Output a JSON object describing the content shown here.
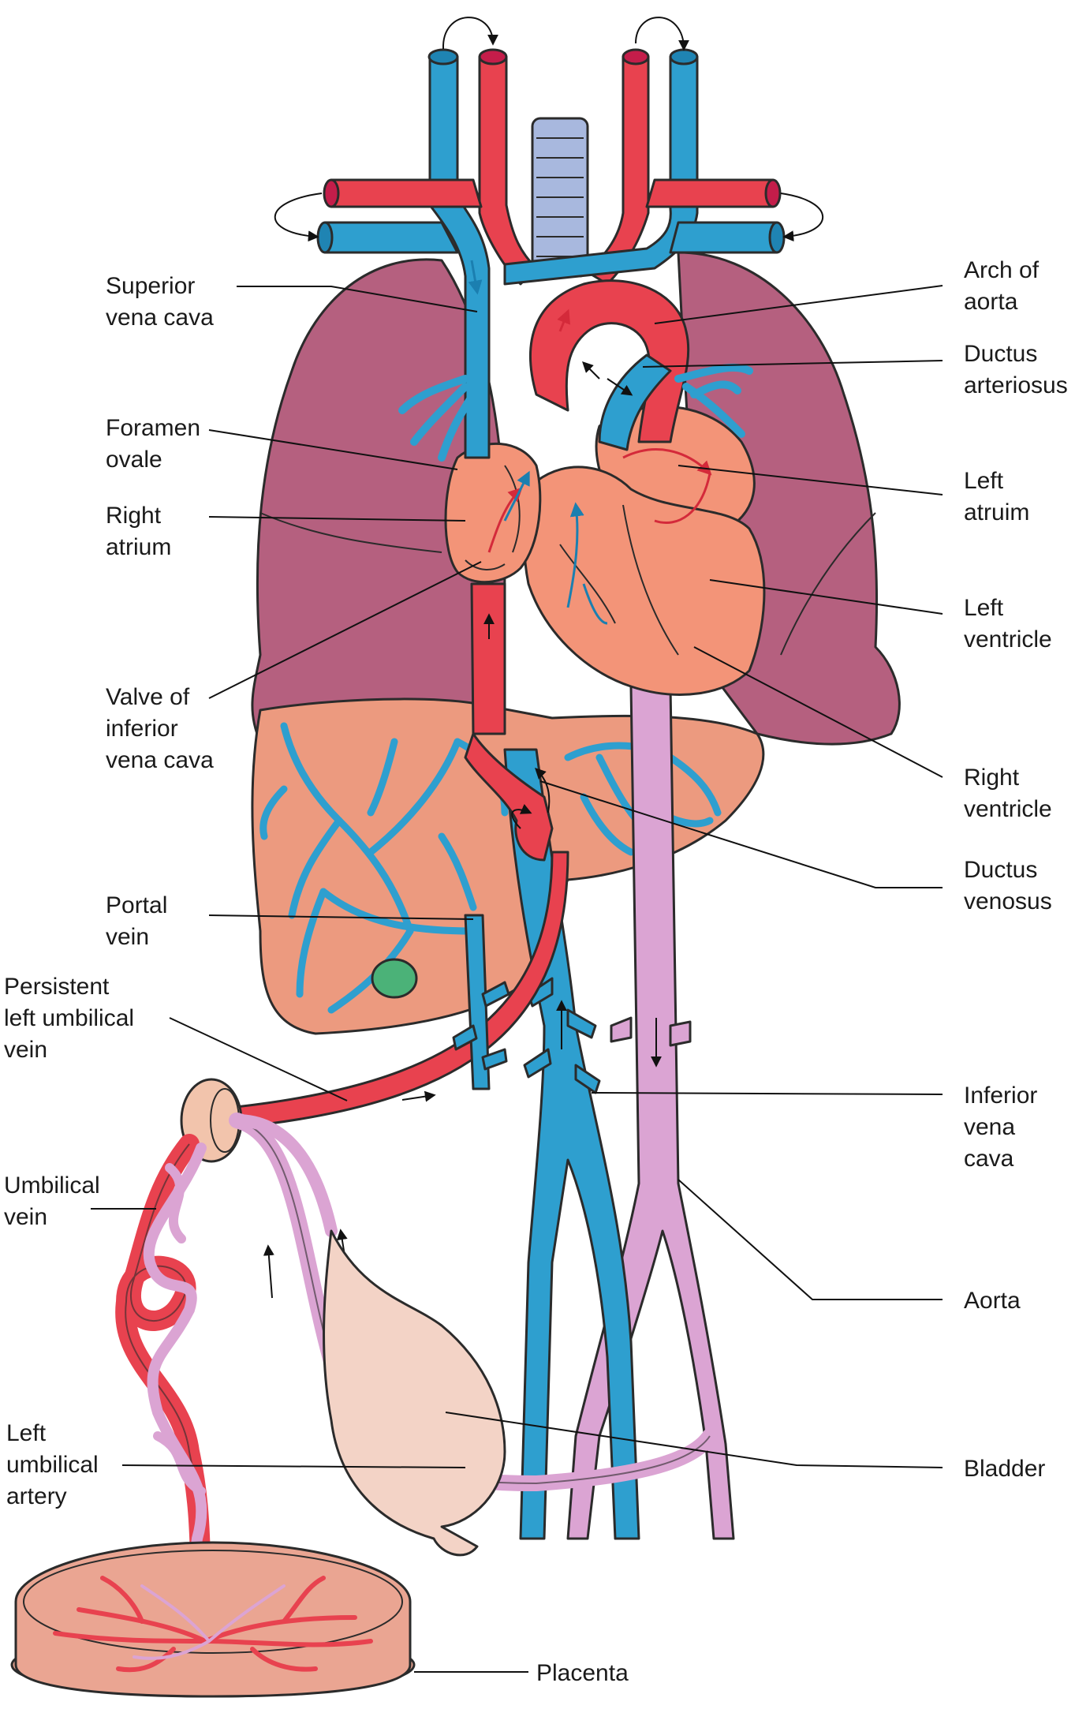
{
  "colors": {
    "lung": "#b5607f",
    "lung_light": "#c87794",
    "liver": "#ec9a7f",
    "heart": "#f39478",
    "vein_blue": "#2e9fcf",
    "artery_red": "#e8424f",
    "aorta_pink": "#dba4d3",
    "trachea": "#a8b8de",
    "bladder": "#f3d3c6",
    "placenta": "#eaa592",
    "gallbladder": "#4bb278",
    "umbilical_ring": "#f2c4ac"
  },
  "labels": {
    "superior_vena_cava": [
      "Superior",
      "vena cava"
    ],
    "foramen_ovale": [
      "Foramen",
      "ovale"
    ],
    "right_atrium": [
      "Right",
      "atrium"
    ],
    "valve_ivc": [
      "Valve of",
      "inferior",
      "vena cava"
    ],
    "portal_vein": [
      "Portal",
      "vein"
    ],
    "persistent_luv": [
      "Persistent",
      "left umbilical",
      "vein"
    ],
    "umbilical_vein": [
      "Umbilical",
      "vein"
    ],
    "left_umbilical_artery": [
      "Left",
      "umbilical",
      "artery"
    ],
    "placenta": [
      "Placenta"
    ],
    "arch_of_aorta": [
      "Arch of",
      "aorta"
    ],
    "ductus_arteriosus": [
      "Ductus",
      "arteriosus"
    ],
    "left_atrium": [
      "Left",
      "atruim"
    ],
    "left_ventricle": [
      "Left",
      "ventricle"
    ],
    "right_ventricle": [
      "Right",
      "ventricle"
    ],
    "ductus_venosus": [
      "Ductus",
      "venosus"
    ],
    "inferior_vena_cava": [
      "Inferior",
      "vena",
      "cava"
    ],
    "aorta": [
      "Aorta"
    ],
    "bladder": [
      "Bladder"
    ]
  }
}
